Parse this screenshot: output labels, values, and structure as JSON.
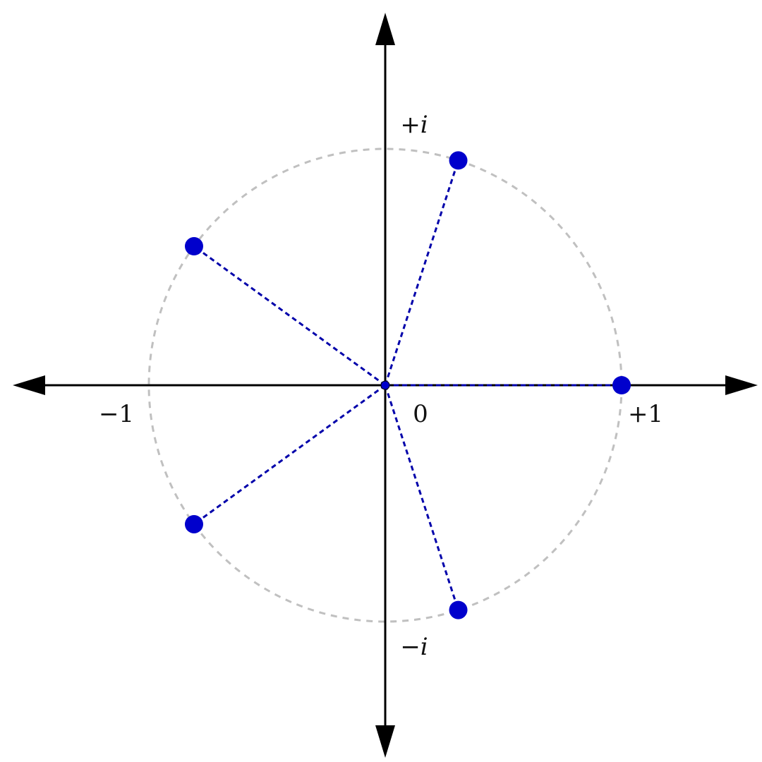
{
  "diagram": {
    "description_values": {
      "roots": [
        {
          "re": 1.0,
          "im": 0.0
        },
        {
          "re": 0.309,
          "im": 0.951
        },
        {
          "re": -0.809,
          "im": 0.588
        },
        {
          "re": -0.809,
          "im": -0.588
        },
        {
          "re": 0.309,
          "im": -0.951
        }
      ],
      "circle_radius": 1.0,
      "center": {
        "re": 0,
        "im": 0
      }
    },
    "labels": {
      "plus_one": "+1",
      "minus_one": "−1",
      "zero": "0",
      "plus_i": "+i",
      "minus_i": "−i"
    },
    "colors": {
      "axis": "#000000",
      "circle": "#c0c0c0",
      "point": "#0000cc",
      "spoke": "#0000aa"
    }
  }
}
